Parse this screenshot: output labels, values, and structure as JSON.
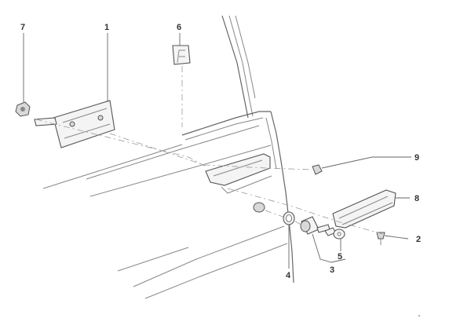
{
  "callouts": [
    {
      "id": "1",
      "part": "hinge-plate"
    },
    {
      "id": "2",
      "part": "screw"
    },
    {
      "id": "3",
      "part": "lock-cylinder-assembly"
    },
    {
      "id": "4",
      "part": "gasket-ring"
    },
    {
      "id": "5",
      "part": "key"
    },
    {
      "id": "6",
      "part": "spring-clip"
    },
    {
      "id": "7",
      "part": "nut"
    },
    {
      "id": "8",
      "part": "outside-handle"
    },
    {
      "id": "9",
      "part": "grommet"
    }
  ],
  "colors": {
    "line": "#555555",
    "label": "#333333",
    "background": "#ffffff"
  }
}
